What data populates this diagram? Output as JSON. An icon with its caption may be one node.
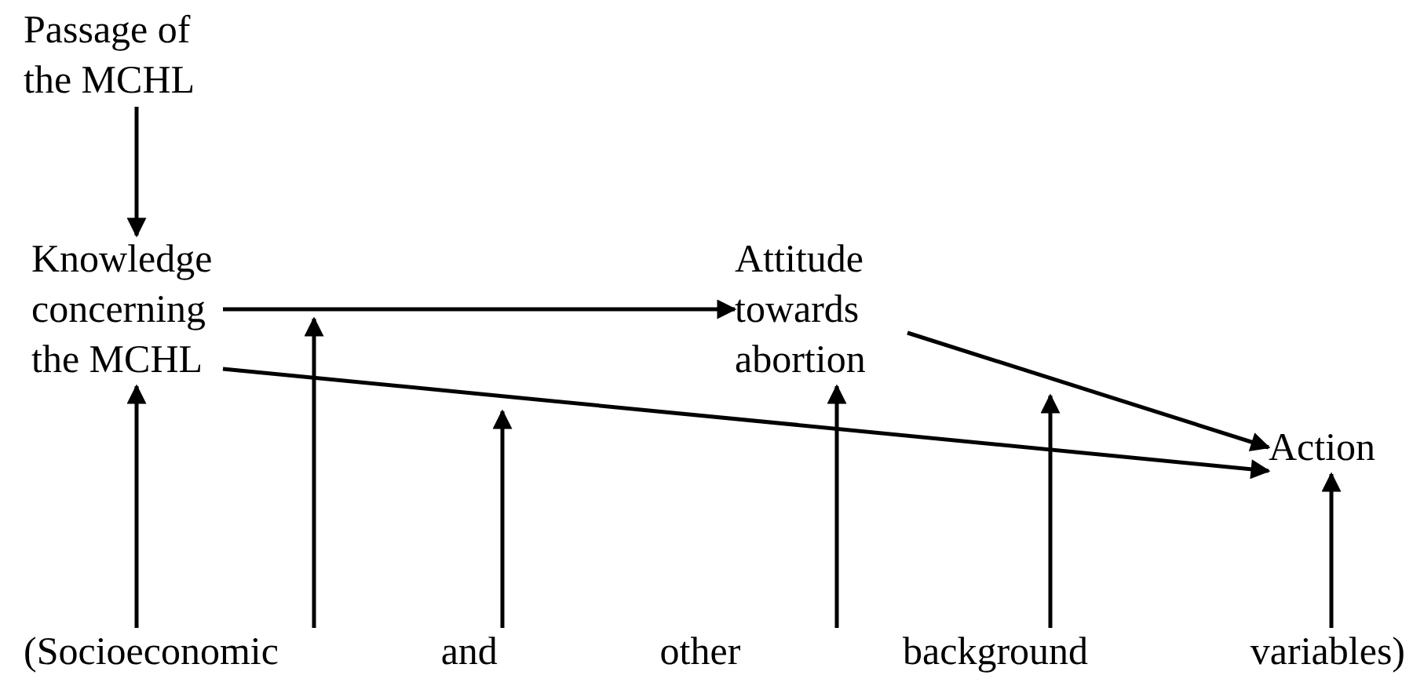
{
  "diagram": {
    "nodes": [
      {
        "text": [
          "Passage of the MCHL"
        ]
      },
      {
        "text": [
          "Knowledge concerning the MCHL"
        ]
      },
      {
        "text": [
          "Attitude towards abortion"
        ]
      },
      {
        "text": [
          "Action"
        ]
      },
      {
        "text": [
          "(Socioeconomic and other background variables)"
        ]
      }
    ],
    "edges": [
      {
        "from": 0,
        "to": 1,
        "arrow": "to"
      },
      {
        "from": 1,
        "to": 2,
        "arrow": "to"
      },
      {
        "from": 1,
        "to": 3,
        "arrow": "to"
      },
      {
        "from": 2,
        "to": 3,
        "arrow": "to"
      },
      {
        "from": 4,
        "to": 1,
        "arrow": "to"
      },
      {
        "from": 4,
        "to": null,
        "arrow": "to"
      },
      {
        "from": 4,
        "to": null,
        "arrow": "to"
      },
      {
        "from": 4,
        "to": 2,
        "arrow": "to"
      },
      {
        "from": 4,
        "to": null,
        "arrow": "to"
      },
      {
        "from": 4,
        "to": 3,
        "arrow": "to"
      }
    ]
  }
}
